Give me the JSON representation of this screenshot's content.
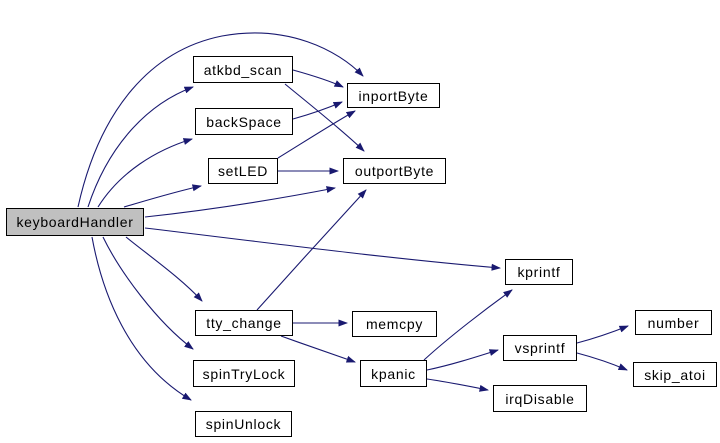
{
  "diagram": {
    "kind": "call-graph",
    "background_color": "#ffffff",
    "edge_color": "#191970",
    "node_fill": "#ffffff",
    "node_border_color": "#000000",
    "focus_node_fill": "#c0c0c0",
    "text_color": "#000000"
  },
  "nodes": {
    "keyboardHandler": {
      "label": "keyboardHandler"
    },
    "atkbd_scan": {
      "label": "atkbd_scan"
    },
    "backSpace": {
      "label": "backSpace"
    },
    "setLED": {
      "label": "setLED"
    },
    "inportByte": {
      "label": "inportByte"
    },
    "outportByte": {
      "label": "outportByte"
    },
    "kprintf": {
      "label": "kprintf"
    },
    "tty_change": {
      "label": "tty_change"
    },
    "memcpy": {
      "label": "memcpy"
    },
    "spinTryLock": {
      "label": "spinTryLock"
    },
    "spinUnlock": {
      "label": "spinUnlock"
    },
    "kpanic": {
      "label": "kpanic"
    },
    "vsprintf": {
      "label": "vsprintf"
    },
    "irqDisable": {
      "label": "irqDisable"
    },
    "number": {
      "label": "number"
    },
    "skip_atoi": {
      "label": "skip_atoi"
    }
  },
  "edges": [
    {
      "from": "keyboardHandler",
      "to": "inportByte"
    },
    {
      "from": "keyboardHandler",
      "to": "atkbd_scan"
    },
    {
      "from": "keyboardHandler",
      "to": "backSpace"
    },
    {
      "from": "keyboardHandler",
      "to": "setLED"
    },
    {
      "from": "keyboardHandler",
      "to": "outportByte"
    },
    {
      "from": "keyboardHandler",
      "to": "kprintf"
    },
    {
      "from": "keyboardHandler",
      "to": "tty_change"
    },
    {
      "from": "keyboardHandler",
      "to": "spinTryLock"
    },
    {
      "from": "keyboardHandler",
      "to": "spinUnlock"
    },
    {
      "from": "atkbd_scan",
      "to": "inportByte"
    },
    {
      "from": "atkbd_scan",
      "to": "outportByte"
    },
    {
      "from": "backSpace",
      "to": "inportByte"
    },
    {
      "from": "setLED",
      "to": "inportByte"
    },
    {
      "from": "setLED",
      "to": "outportByte"
    },
    {
      "from": "tty_change",
      "to": "outportByte"
    },
    {
      "from": "tty_change",
      "to": "memcpy"
    },
    {
      "from": "tty_change",
      "to": "kpanic"
    },
    {
      "from": "kpanic",
      "to": "kprintf"
    },
    {
      "from": "kpanic",
      "to": "vsprintf"
    },
    {
      "from": "kpanic",
      "to": "irqDisable"
    },
    {
      "from": "vsprintf",
      "to": "number"
    },
    {
      "from": "vsprintf",
      "to": "skip_atoi"
    }
  ]
}
